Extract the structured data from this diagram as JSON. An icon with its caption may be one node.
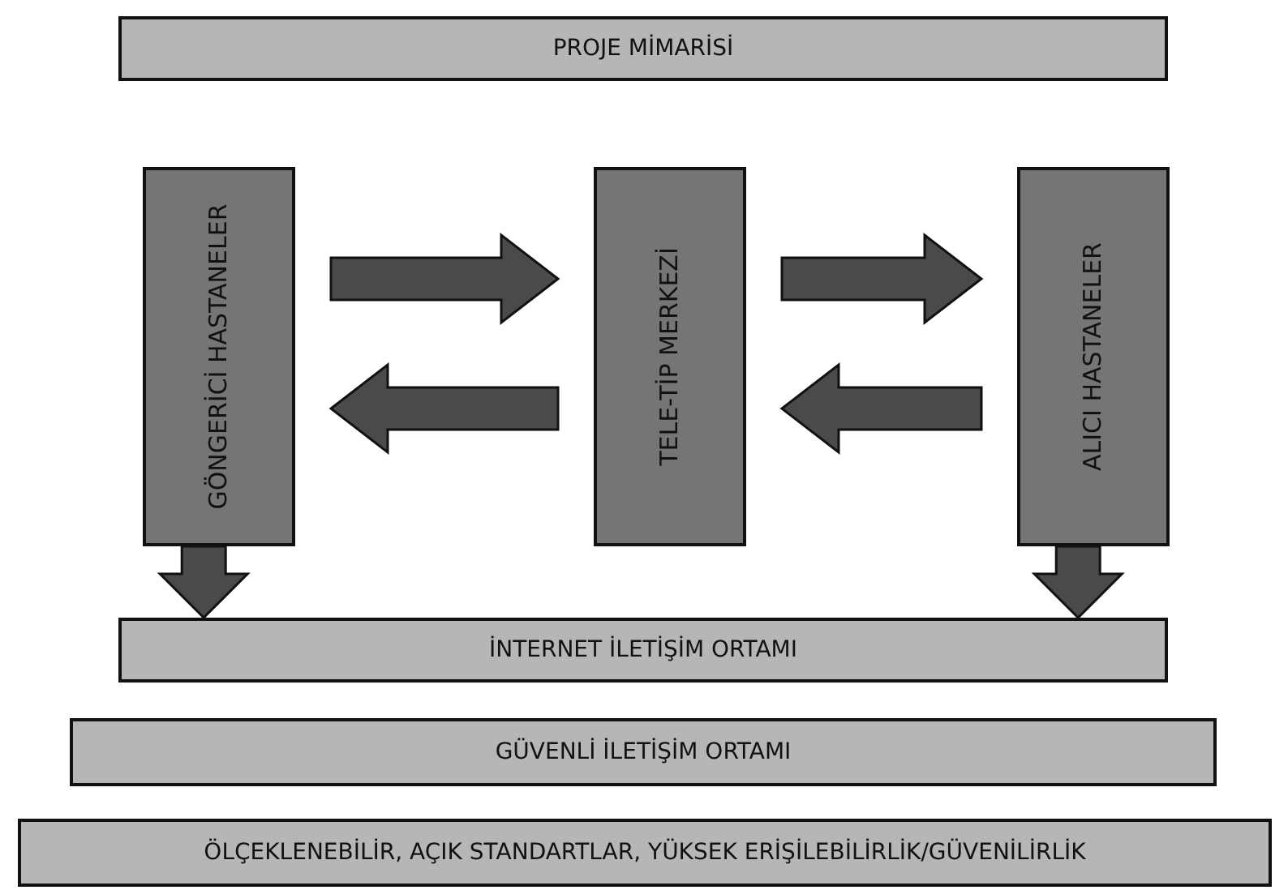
{
  "diagram": {
    "nodes": [
      {
        "text": [
          "PROJE MİMARİSİ"
        ]
      },
      {
        "text": [
          "GÖNGERİCİ HASTANELER"
        ]
      },
      {
        "text": [
          "TELE-TİP MERKEZİ"
        ]
      },
      {
        "text": [
          "ALICI HASTANELER"
        ]
      },
      {
        "text": [
          "İNTERNET İLETİŞİM ORTAMI"
        ]
      },
      {
        "text": [
          "GÜVENLİ İLETİŞİM ORTAMI"
        ]
      },
      {
        "text": [
          "ÖLÇEKLENEBİLİR, AÇIK STANDARTLAR, YÜKSEK ERİŞİLEBİLİRLİK/GÜVENİLİRLİK"
        ]
      }
    ],
    "edges": [
      {
        "from": 1,
        "to": 2,
        "arrow": "to"
      },
      {
        "from": 2,
        "to": 1,
        "arrow": "to"
      },
      {
        "from": 2,
        "to": 3,
        "arrow": "to"
      },
      {
        "from": 3,
        "to": 2,
        "arrow": "to"
      },
      {
        "from": 1,
        "to": 4,
        "arrow": "to"
      },
      {
        "from": 3,
        "to": 4,
        "arrow": "to"
      }
    ]
  }
}
